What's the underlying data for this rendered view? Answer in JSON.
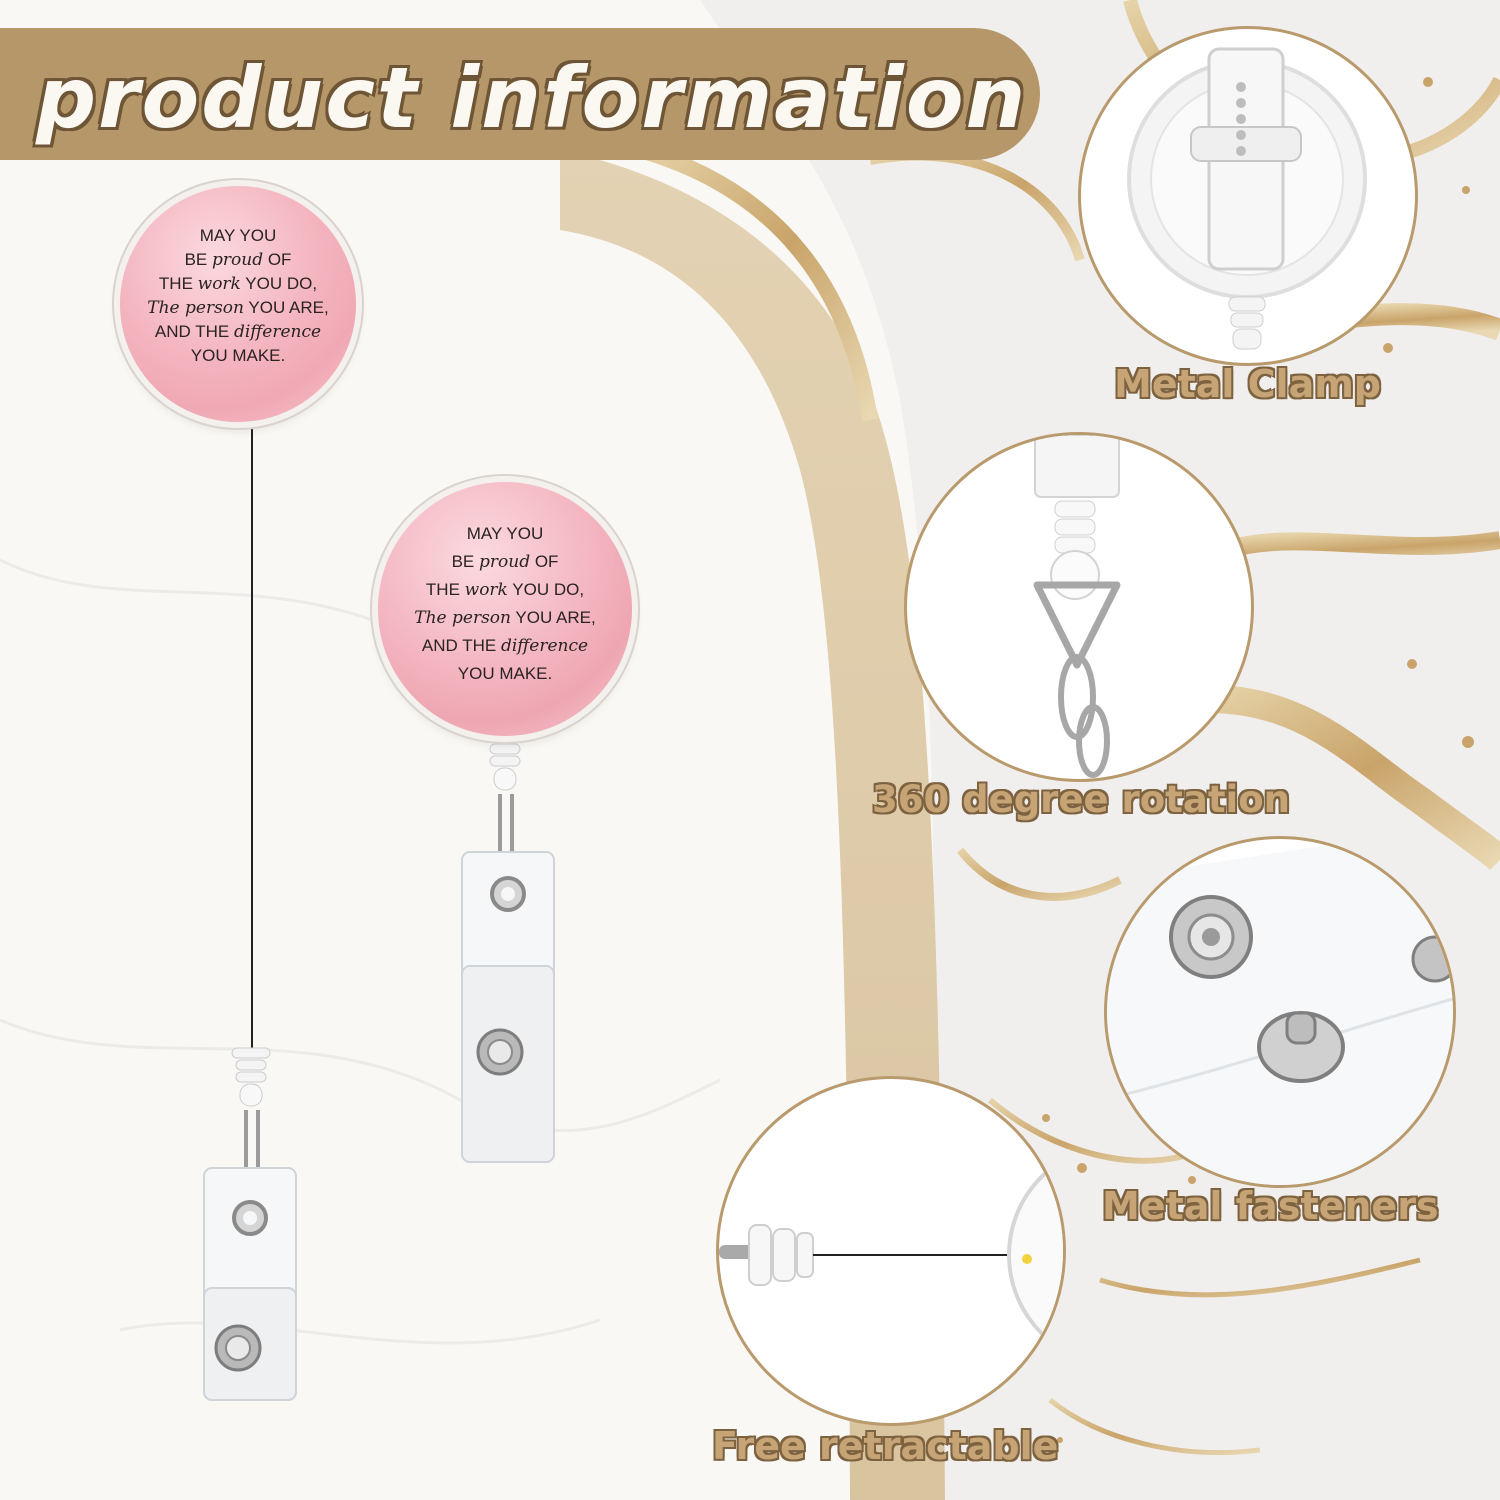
{
  "header": {
    "title": "product information"
  },
  "badge_quote": {
    "line1": "MAY YOU",
    "line2_pre": "BE",
    "line2_script": "proud",
    "line2_post": "OF",
    "line3_pre": "THE",
    "line3_script": "work",
    "line3_post": "YOU DO,",
    "line4_script": "The person",
    "line4_post": "YOU ARE,",
    "line5_pre": "AND THE",
    "line5_script": "difference",
    "line6": "YOU MAKE."
  },
  "features": [
    {
      "label": "Metal Clamp"
    },
    {
      "label": "360 degree rotation"
    },
    {
      "label": "Metal fasteners"
    },
    {
      "label": "Free retractable"
    }
  ],
  "colors": {
    "banner": "#b6976a",
    "gold": "#c6a476",
    "badge_pink": "#f3b9c1"
  }
}
